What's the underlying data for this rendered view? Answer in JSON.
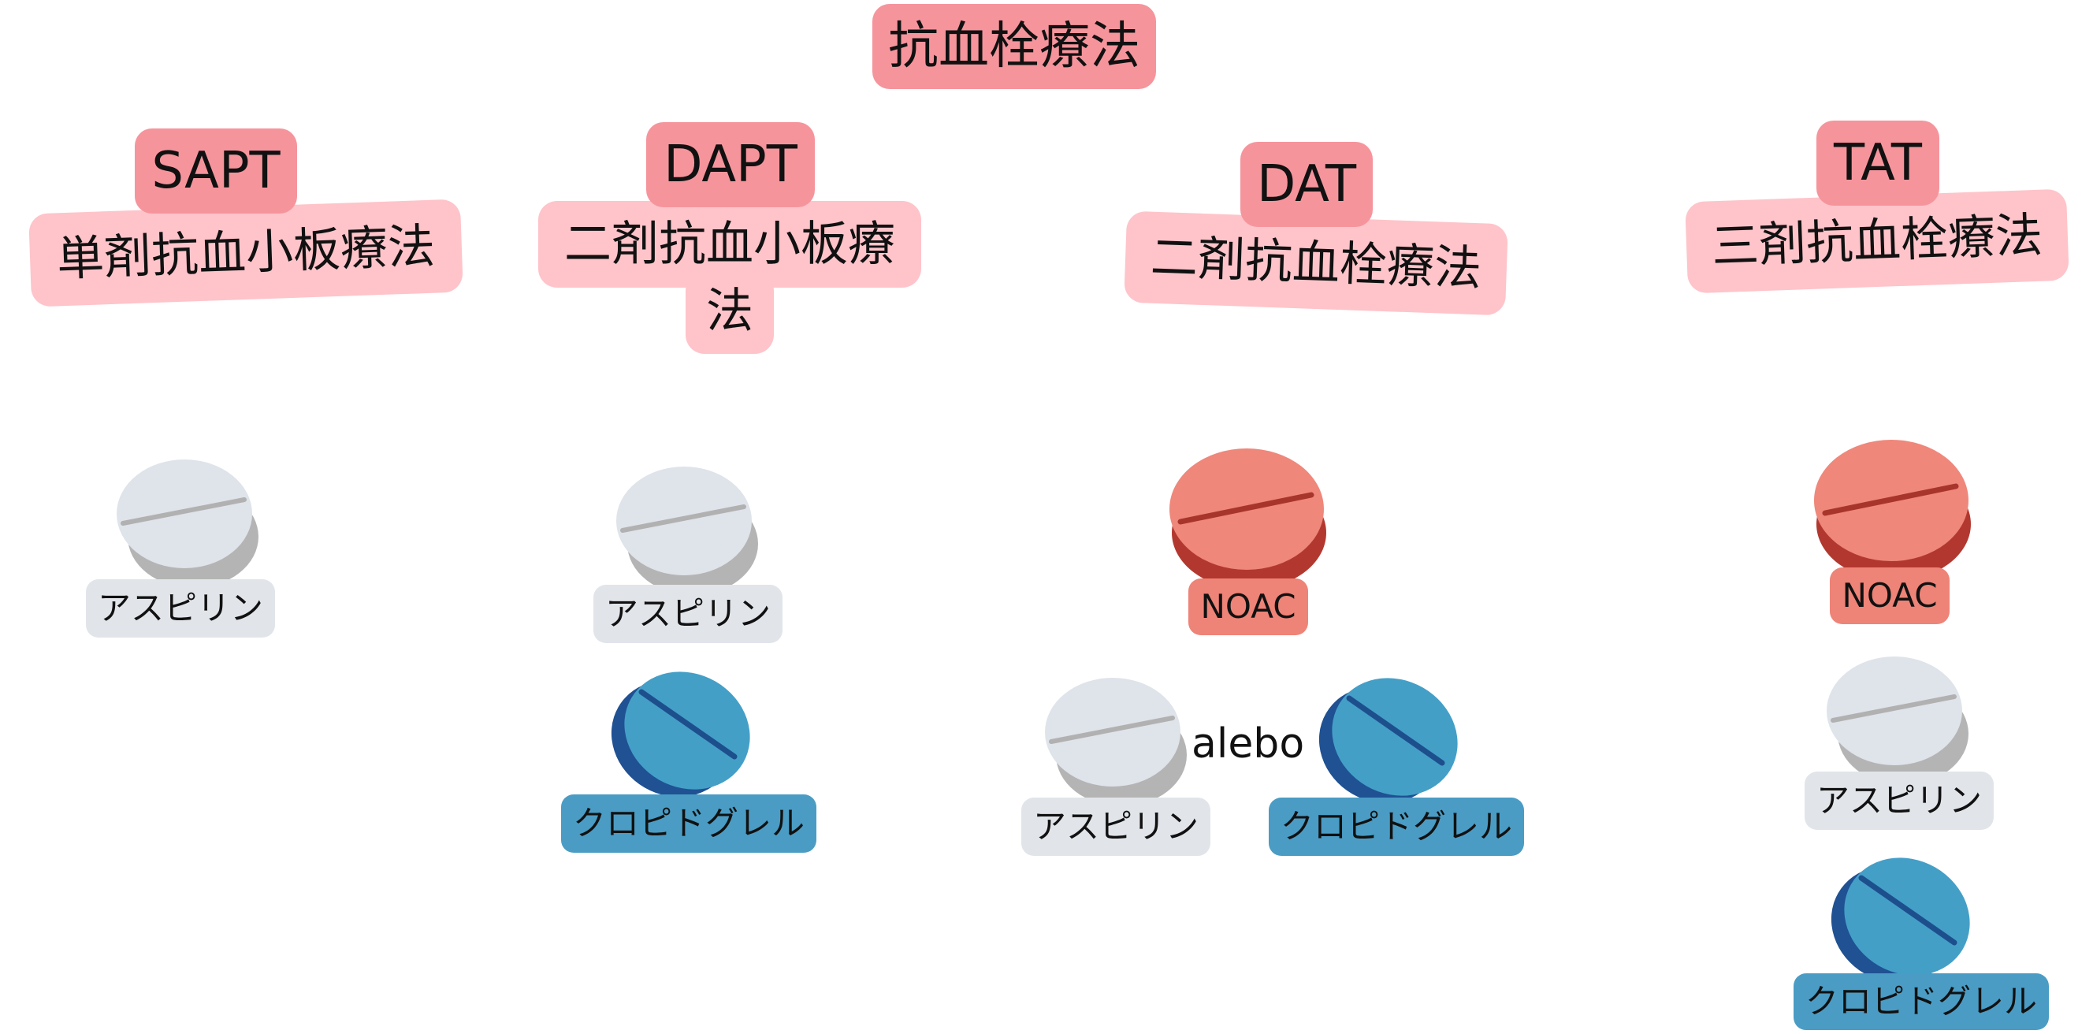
{
  "title": "抗血栓療法",
  "therapies": [
    {
      "abbr": "SAPT",
      "name": "単剤抗血小板療法"
    },
    {
      "abbr": "DAPT",
      "name_line1": "二剤抗血小板療",
      "name_line2": "法"
    },
    {
      "abbr": "DAT",
      "name": "二剤抗血栓療法"
    },
    {
      "abbr": "TAT",
      "name": "三剤抗血栓療法"
    }
  ],
  "drugs": {
    "aspirin": "アスピリン",
    "clopidogrel": "クロピドグレル",
    "noac": "NOAC"
  },
  "alt_word": "alebo",
  "colors": {
    "title_bg": "#f6949c",
    "desc_bg": "#fec4ca",
    "aspirin": "#e1e5ea",
    "noac": "#ee8377",
    "clopidogrel": "#4a9cc4"
  },
  "icons": {
    "aspirin_pill": "white-pill-icon",
    "noac_pill": "red-pill-icon",
    "clopidogrel_pill": "blue-pill-icon"
  }
}
